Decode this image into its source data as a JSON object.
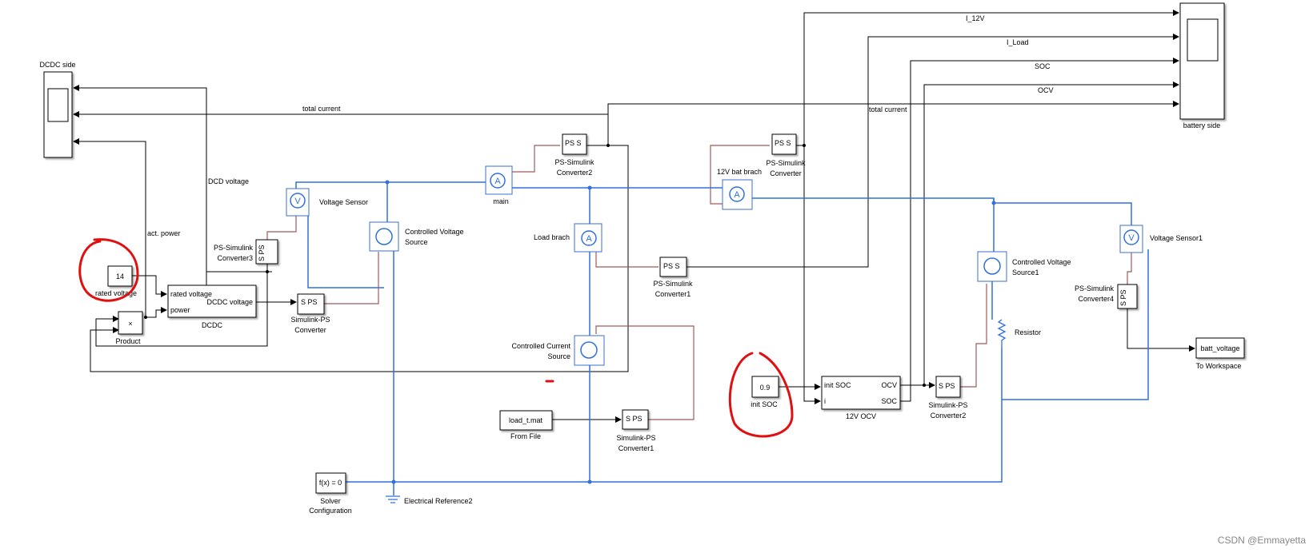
{
  "blocks": {
    "dcdc_scope": "DCDC side",
    "battery_scope": "battery side",
    "rated_voltage": {
      "value": "14",
      "label": "rated voltage"
    },
    "dcdc": {
      "label": "DCDC",
      "in1": "rated voltage",
      "in2": "power",
      "out": "DCDC voltage"
    },
    "product": {
      "symbol": "×",
      "label": "Product"
    },
    "voltage_sensor": {
      "symbol": "V",
      "label": "Voltage Sensor"
    },
    "ps_sim3": {
      "text": "S PS",
      "l1": "PS-Simulink",
      "l2": "Converter3"
    },
    "cvs": {
      "l1": "Controlled Voltage",
      "l2": "Source"
    },
    "sim_ps": {
      "text": "S PS",
      "l1": "Simulink-PS",
      "l2": "Converter"
    },
    "main": {
      "symbol": "A",
      "label": "main"
    },
    "ps_sim2": {
      "text": "PS S",
      "l1": "PS-Simulink",
      "l2": "Converter2"
    },
    "load_brach": {
      "symbol": "A",
      "label": "Load brach"
    },
    "ps_sim1": {
      "text": "PS S",
      "l1": "PS-Simulink",
      "l2": "Converter1"
    },
    "ccs": {
      "l1": "Controlled Current",
      "l2": "Source"
    },
    "from_file": {
      "value": "load_t.mat",
      "label": "From File"
    },
    "sim_ps1": {
      "text": "S PS",
      "l1": "Simulink-PS",
      "l2": "Converter1"
    },
    "solver": {
      "value": "f(x) = 0",
      "l1": "Solver",
      "l2": "Configuration"
    },
    "eref": {
      "label": "Electrical Reference2"
    },
    "bat_brach": {
      "symbol": "A",
      "label": "12V bat brach"
    },
    "ps_sim": {
      "text": "PS S",
      "l1": "PS-Simulink",
      "l2": "Converter"
    },
    "cvs1": {
      "l1": "Controlled Voltage",
      "l2": "Source1"
    },
    "resistor": {
      "label": "Resistor"
    },
    "voltage_sensor1": {
      "symbol": "V",
      "label": "Voltage Sensor1"
    },
    "ps_sim4": {
      "text": "S PS",
      "l1": "PS-Simulink",
      "l2": "Converter4"
    },
    "to_workspace": {
      "value": "batt_voltage",
      "label": "To Workspace"
    },
    "init_soc": {
      "value": "0.9",
      "label": "init SOC"
    },
    "ocv": {
      "label": "12V OCV",
      "in1": "init SOC",
      "in2": "i",
      "out1": "OCV",
      "out2": "SOC"
    },
    "sim_ps2": {
      "text": "S PS",
      "l1": "Simulink-PS",
      "l2": "Converter2"
    }
  },
  "signals": {
    "total_current": "total current",
    "total_current2": "total current",
    "dcd_voltage": "DCD voltage",
    "act_power": "act. power",
    "i12v": "I_12V",
    "iload": "I_Load",
    "soc": "SOC",
    "ocv": "OCV"
  },
  "watermark": "CSDN @Emmayetta",
  "colors": {
    "physical": "#3070e0",
    "ps_signal": "#a05a5a",
    "annotation": "#e01010"
  }
}
